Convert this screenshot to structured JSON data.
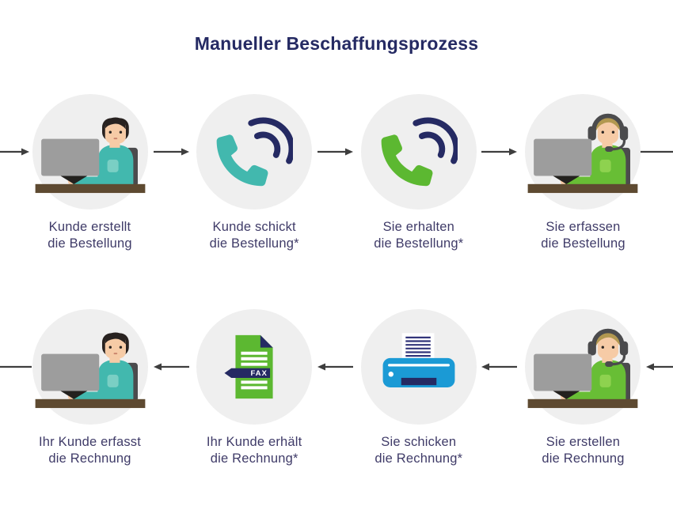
{
  "title": "Manueller Beschaffungsprozess",
  "fax_label": "FAX",
  "colors": {
    "accent_navy": "#252a63",
    "teal": "#42b8ae",
    "green": "#5cb831",
    "printer_blue": "#1b9ad5",
    "label_text": "#3f3b68",
    "circle_bg": "#efefef",
    "arrow": "#3e3e3e",
    "desk_brown": "#5e4a31",
    "monitor_gray": "#9d9d9d"
  },
  "rows": [
    {
      "name": "order-process",
      "direction": "left-to-right",
      "steps": [
        {
          "icon": "customer-at-computer-icon",
          "label_line1": "Kunde erstellt",
          "label_line2": "die Bestellung"
        },
        {
          "icon": "phone-outgoing-icon",
          "label_line1": "Kunde schickt",
          "label_line2": "die Bestellung*"
        },
        {
          "icon": "phone-incoming-icon",
          "label_line1": "Sie erhalten",
          "label_line2": "die Bestellung*"
        },
        {
          "icon": "agent-with-headset-icon",
          "label_line1": "Sie erfassen",
          "label_line2": "die Bestellung"
        }
      ]
    },
    {
      "name": "invoice-process",
      "direction": "right-to-left",
      "steps": [
        {
          "icon": "customer-at-computer-icon",
          "label_line1": "Ihr Kunde erfasst",
          "label_line2": "die Rechnung"
        },
        {
          "icon": "fax-document-icon",
          "label_line1": "Ihr Kunde erhält",
          "label_line2": "die Rechnung*"
        },
        {
          "icon": "printer-icon",
          "label_line1": "Sie schicken",
          "label_line2": "die Rechnung*"
        },
        {
          "icon": "agent-with-headset-icon",
          "label_line1": "Sie erstellen",
          "label_line2": "die Rechnung"
        }
      ]
    }
  ]
}
